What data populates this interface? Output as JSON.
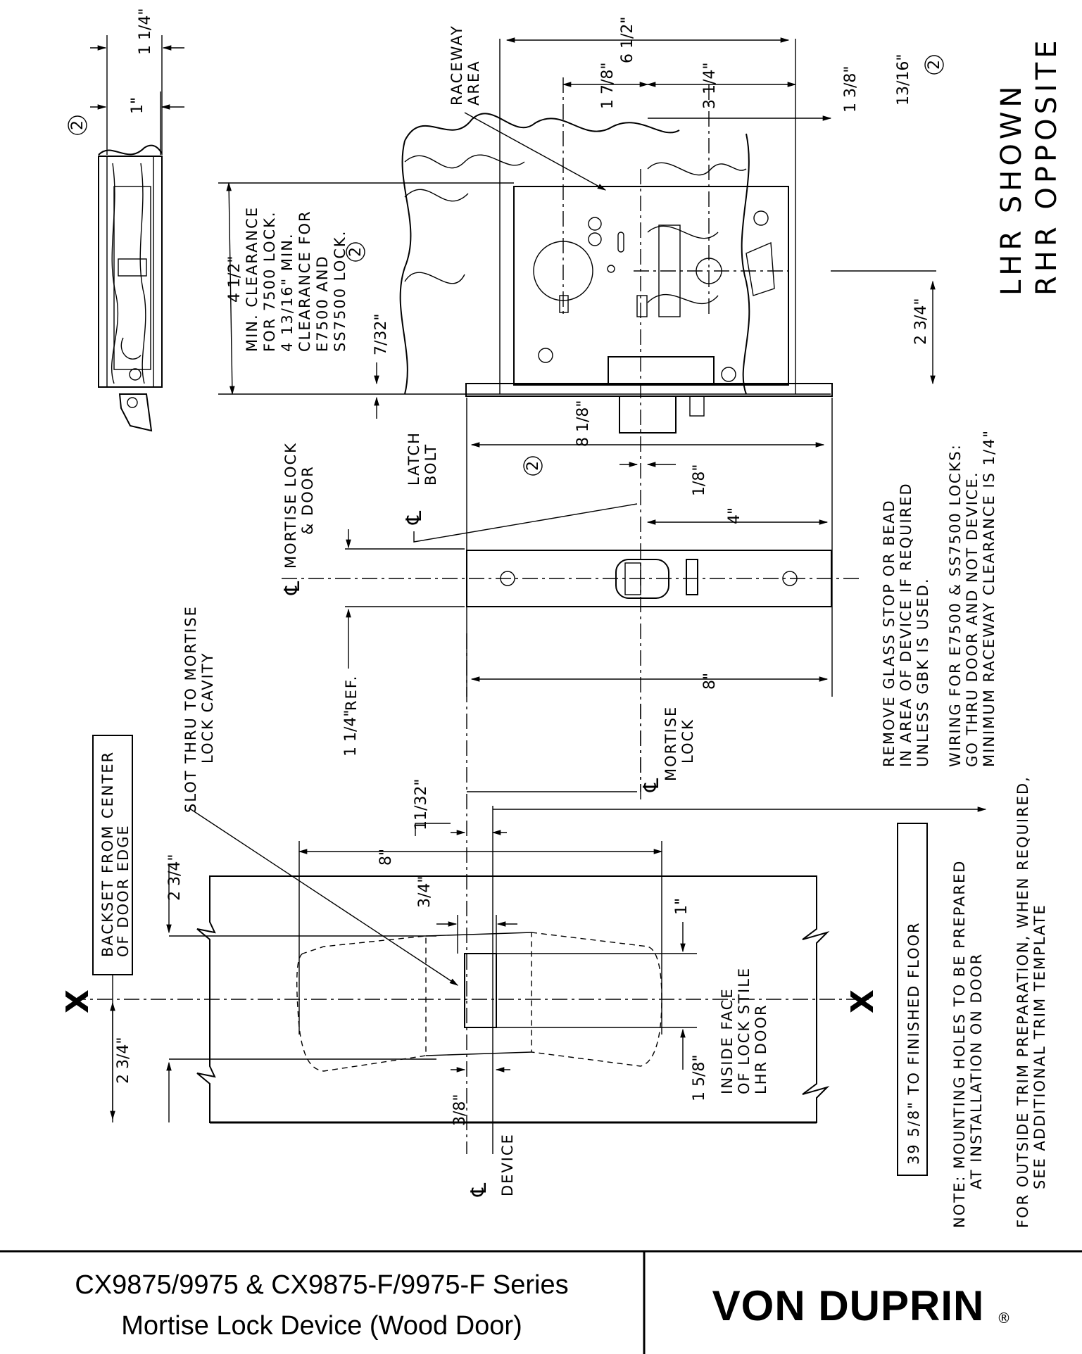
{
  "title_block": {
    "line1": "CX9875/9975 & CX9875-F/9975-F Series",
    "line2": "Mortise Lock Device (Wood Door)",
    "brand": "VON DUPRIN",
    "brand_mark": "®"
  },
  "orientation": {
    "line1": "LHR SHOWN",
    "line2": "RHR OPPOSITE"
  },
  "labels": {
    "raceway1": "RACEWAY",
    "raceway2": "AREA",
    "clearance1": "4 1/2\"",
    "clearance2": "MIN. CLEARANCE",
    "clearance3": "FOR 7500 LOCK.",
    "clearance4": "4 13/16\" MIN.",
    "clearance5": "CLEARANCE FOR",
    "clearance6": "E7500 AND",
    "clearance7": "SS7500 LOCK.",
    "mortise_door1": "MORTISE LOCK",
    "mortise_door2": "& DOOR",
    "latch1": "LATCH",
    "latch2": "BOLT",
    "slot1": "SLOT THRU TO MORTISE",
    "slot2": "LOCK CAVITY",
    "ref": "REF.",
    "mortise_lock1": "MORTISE",
    "mortise_lock2": "LOCK",
    "backset1": "BACKSET FROM CENTER",
    "backset2": "OF DOOR EDGE",
    "inside1": "INSIDE FACE",
    "inside2": "OF LOCK STILE",
    "inside3": "LHR DOOR",
    "device": "DEVICE",
    "floor": "39 5/8\" TO FINISHED FLOOR",
    "circle_note": "2",
    "x_mark": "X",
    "cl_symbol": "℄"
  },
  "notes": {
    "glass1": "REMOVE GLASS STOP OR BEAD",
    "glass2": "IN AREA OF DEVICE IF REQUIRED",
    "glass3": "UNLESS GBK IS USED.",
    "wiring1": "WIRING FOR E7500 & SS7500 LOCKS:",
    "wiring2": "GO THRU DOOR AND NOT DEVICE.",
    "wiring3": "MINIMUM RACEWAY CLEARANCE IS 1/4\"",
    "mount1": "NOTE: MOUNTING HOLES TO BE PREPARED",
    "mount2": "AT INSTALLATION ON DOOR",
    "trim1": "FOR OUTSIDE TRIM PREPARATION, WHEN REQUIRED,",
    "trim2": "SEE ADDITIONAL TRIM TEMPLATE"
  },
  "dimensions": {
    "d_1_1_4_top": "1 1/4\"",
    "d_1": "1\"",
    "d_6_1_2": "6 1/2\"",
    "d_1_7_8": "1 7/8\"",
    "d_3_1_4": "3 1/4\"",
    "d_1_3_8": "1 3/8\"",
    "d_13_16": "13/16\"",
    "d_7_32": "7/32\"",
    "d_2_3_4_right": "2 3/4\"",
    "d_8_1_8": "8 1/8\"",
    "d_1_8": "1/8\"",
    "d_4": "4\"",
    "d_8_mid": "8\"",
    "d_1_1_4_ref": "1 1/4\"",
    "d_11_32": "11/32\"",
    "d_8_low": "8\"",
    "d_3_4": "3/4\"",
    "d_1_low": "1\"",
    "d_2_3_4_a": "2 3/4\"",
    "d_2_3_4_b": "2 3/4\"",
    "d_1_5_8": "1 5/8\"",
    "d_3_8": "3/8\""
  }
}
